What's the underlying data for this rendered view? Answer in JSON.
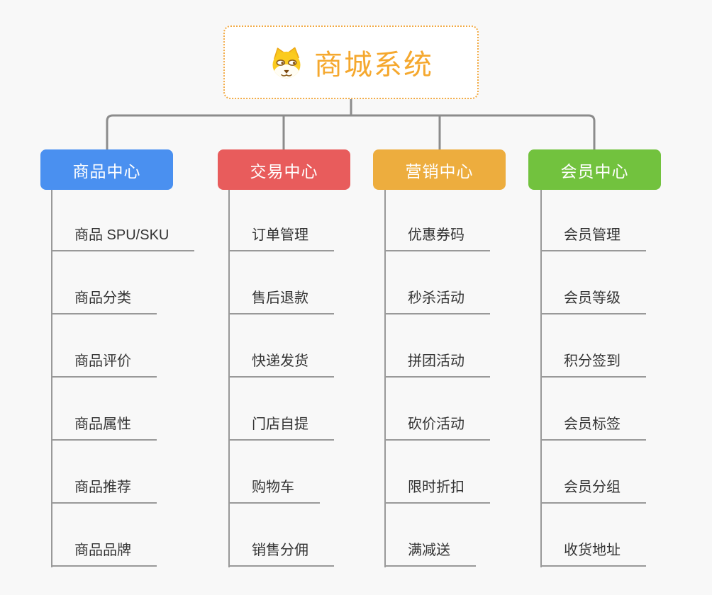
{
  "root": {
    "title": "商城系统",
    "icon": "dog-icon"
  },
  "branches": [
    {
      "label": "商品中心",
      "color": "#4a90f0",
      "children": [
        "商品 SPU/SKU",
        "商品分类",
        "商品评价",
        "商品属性",
        "商品推荐",
        "商品品牌"
      ]
    },
    {
      "label": "交易中心",
      "color": "#e85c5c",
      "children": [
        "订单管理",
        "售后退款",
        "快递发货",
        "门店自提",
        "购物车",
        "销售分佣"
      ]
    },
    {
      "label": "营销中心",
      "color": "#edad3e",
      "children": [
        "优惠券码",
        "秒杀活动",
        "拼团活动",
        "砍价活动",
        "限时折扣",
        "满减送"
      ]
    },
    {
      "label": "会员中心",
      "color": "#72c23e",
      "children": [
        "会员管理",
        "会员等级",
        "积分签到",
        "会员标签",
        "会员分组",
        "收货地址"
      ]
    }
  ],
  "colors": {
    "background": "#f8f8f8",
    "root_border": "#f2aa44",
    "root_text": "#f5a82e",
    "connector": "#8c8c8c",
    "leaf_line": "#999999",
    "leaf_text": "#333333",
    "node_text": "#ffffff"
  }
}
